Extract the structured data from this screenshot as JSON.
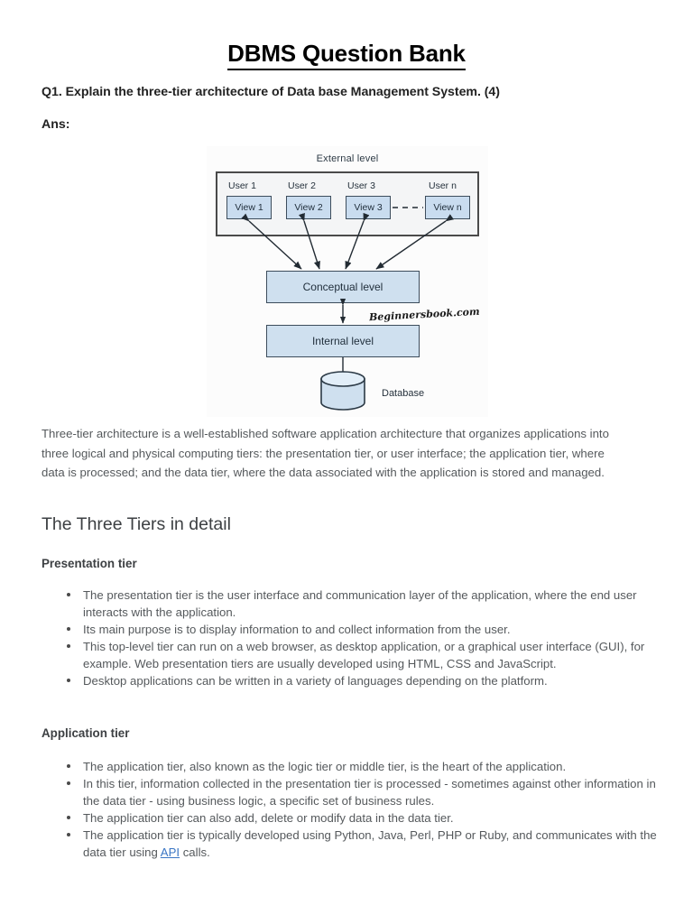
{
  "document": {
    "title": "DBMS Question Bank",
    "question": "Q1. Explain the three-tier architecture of Data base Management System. (4)",
    "answer_label": "Ans:"
  },
  "figure": {
    "name": "three-tier-dbms-architecture-diagram",
    "caption_top": "External level",
    "users": [
      {
        "user_label": "User 1",
        "view_label": "View 1"
      },
      {
        "user_label": "User 2",
        "view_label": "View 2"
      },
      {
        "user_label": "User 3",
        "view_label": "View 3"
      },
      {
        "user_label": "User n",
        "view_label": "View n"
      }
    ],
    "conceptual_level": "Conceptual level",
    "internal_level": "Internal level",
    "database_label": "Database",
    "watermark": "Beginnersbook.com",
    "colors": {
      "view_fill": "#c9dcef",
      "level_fill": "#cfe0ef",
      "border": "#3d4d5c",
      "external_fill": "#f4f5f6",
      "external_border": "#4a4a4a"
    }
  },
  "body": {
    "intro_paragraph": "Three-tier architecture is a well-established software application architecture that organizes applications into three logical and physical computing tiers: the presentation tier, or user interface; the application tier, where data is processed; and the data tier, where the data associated with the application is stored and managed.",
    "section_heading": "The Three Tiers in detail",
    "presentation": {
      "heading": "Presentation tier",
      "bullets": [
        "The presentation tier is the user interface and communication layer of the application, where the end user interacts with the application.",
        "Its main purpose is to display information to and collect information from the user.",
        "This top-level tier can run on a web browser, as desktop application, or a graphical user interface (GUI), for example. Web presentation tiers are usually developed using HTML, CSS and JavaScript.",
        "Desktop applications can be written in a variety of languages depending on the platform."
      ]
    },
    "application": {
      "heading": "Application tier",
      "bullets": [
        "The application tier, also known as the logic tier or middle tier, is the heart of the application.",
        "In this tier, information collected in the presentation tier is processed - sometimes against other information in the data tier - using business logic, a specific set of business rules.",
        "The application tier can also add, delete or modify data in the data tier."
      ],
      "last_bullet": {
        "prefix": "The application tier is typically developed using Python, Java, Perl, PHP or Ruby, and communicates with the data tier using ",
        "link_text": "API",
        "suffix": " calls."
      }
    }
  }
}
